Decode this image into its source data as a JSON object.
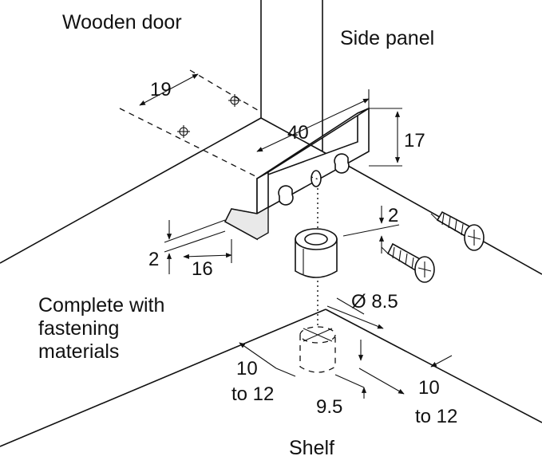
{
  "labels": {
    "wooden_door": "Wooden door",
    "side_panel": "Side panel",
    "complete_line1": "Complete with",
    "complete_line2": "fastening",
    "complete_line3": "materials",
    "shelf": "Shelf"
  },
  "dimensions": {
    "d19": "19",
    "d40": "40",
    "d17": "17",
    "d2_right": "2",
    "d2_left": "2",
    "d16": "16",
    "diameter": "Ø 8.5",
    "left_10": "10",
    "left_to12": "to 12",
    "right_10": "10",
    "right_to12": "to 12",
    "d9_5": "9.5"
  }
}
